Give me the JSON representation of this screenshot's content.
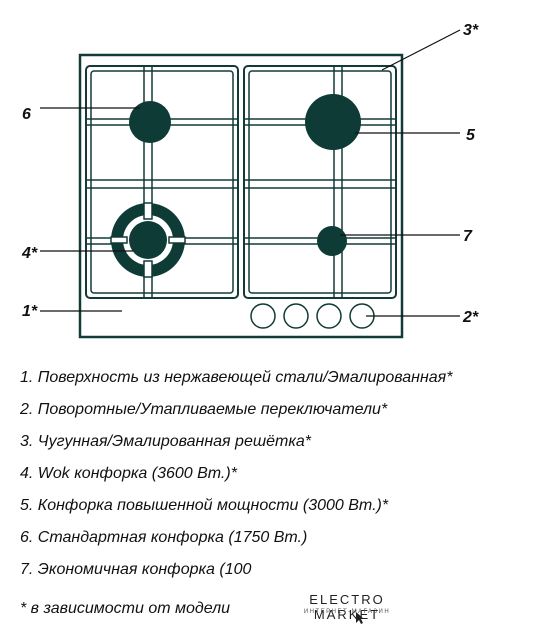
{
  "callouts": {
    "c1": "1*",
    "c2": "2*",
    "c3": "3*",
    "c4": "4*",
    "c5": "5",
    "c6": "6",
    "c7": "7"
  },
  "legend": [
    "1. Поверхность из нержавеющей стали/Эмалированная*",
    "2. Поворотные/Утапливаемые переключатели*",
    "3. Чугунная/Эмалированная решётка*",
    "4. Wok конфорка (3600 Вт.)*",
    "5. Конфорка повышенной мощности (3000 Вт.)*",
    "6. Стандартная конфорка (1750 Вт.)",
    "7. Экономичная конфорка (100"
  ],
  "footnote": "* в зависимости от модели",
  "logo": {
    "title": "ELECTRO MARKET",
    "subtitle": "ИНТЕРНЕТ-МАГАЗИН"
  },
  "colors": {
    "outline": "#123a36",
    "burner": "#0f3b36"
  }
}
